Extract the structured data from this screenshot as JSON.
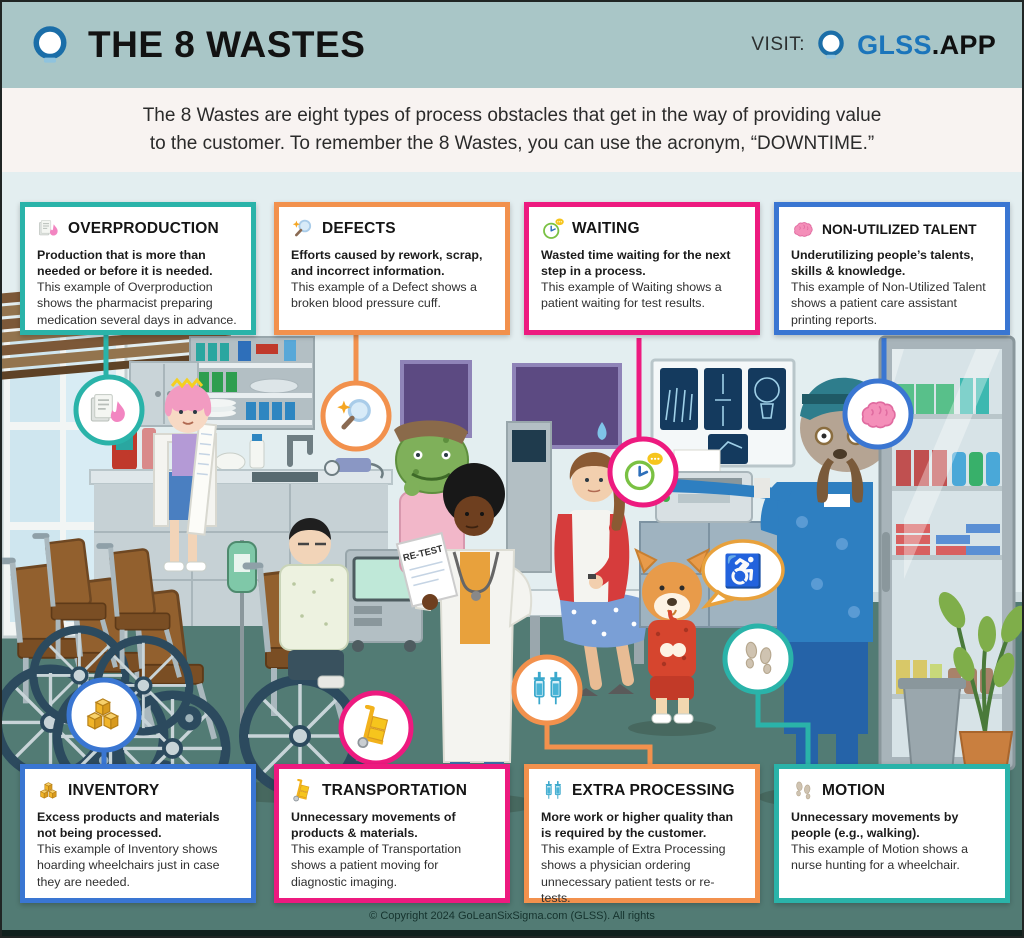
{
  "header": {
    "title": "THE 8 WASTES",
    "visit_label": "VISIT:",
    "brand": "GLSS",
    "brand_suffix": ".APP",
    "logo_icon": "lightbulb-icon"
  },
  "intro": {
    "line1": "The 8 Wastes are eight types of process obstacles that get in the way of providing value",
    "line2": "to the customer. To remember the 8 Wastes, you can use the acronym, “DOWNTIME.”"
  },
  "wastes": [
    {
      "title": "OVERPRODUCTION",
      "icon": "papers-flame-icon",
      "accent": "#2ab3a9",
      "bold": "Production that is more than needed or before it is needed.",
      "body": "This example of Overproduction shows the pharmacist preparing medication several days in advance."
    },
    {
      "title": "DEFECTS",
      "icon": "magnifier-icon",
      "accent": "#f2914d",
      "bold": "Efforts caused by rework, scrap, and incorrect information.",
      "body": "This example of a Defect shows a broken blood pressure cuff."
    },
    {
      "title": "WAITING",
      "icon": "clock-icon",
      "accent": "#ed1a7f",
      "bold": "Wasted time waiting for the next step in a process.",
      "body": "This example of Waiting shows a patient waiting for test results."
    },
    {
      "title": "NON-UTILIZED TALENT",
      "icon": "brain-icon",
      "accent": "#3a76d2",
      "bold": "Underutilizing people’s talents, skills & knowledge.",
      "body": "This example of Non-Utilized Talent shows a patient care assistant printing reports."
    },
    {
      "title": "INVENTORY",
      "icon": "boxes-icon",
      "accent": "#3a76d2",
      "bold": "Excess products and materials not being processed.",
      "body": "This example of Inventory shows hoarding wheelchairs just in case they are needed."
    },
    {
      "title": "TRANSPORTATION",
      "icon": "hand-truck-icon",
      "accent": "#ed1a7f",
      "bold": "Unnecessary movements of products & materials.",
      "body": "This example of Transportation shows a patient moving for diagnostic imaging."
    },
    {
      "title": "EXTRA PROCESSING",
      "icon": "syringes-icon",
      "accent": "#f2914d",
      "bold": "More work or higher quality than is required by the customer.",
      "body": "This example of Extra Processing shows a physician ordering unnecessary patient tests or re-tests."
    },
    {
      "title": "MOTION",
      "icon": "footprints-icon",
      "accent": "#2ab3a9",
      "bold": "Unnecessary movements by people (e.g., walking).",
      "body": "This example of Motion shows a nurse hunting for a wheelchair."
    }
  ],
  "scene": {
    "retest_label": "RE-TEST",
    "wheelchair_glyph": "♿"
  },
  "footer": {
    "copyright": "© Copyright 2024 GoLeanSixSigma.com (GLSS). All rights"
  },
  "colors": {
    "header_bg": "#a9c6c7",
    "intro_bg": "#f8f3f1",
    "wall": "#e3eef0",
    "floor": "#527b74",
    "teal": "#2ab3a9",
    "orange": "#f2914d",
    "pink": "#ed1a7f",
    "blue": "#3a76d2",
    "brand_blue": "#1b75bb"
  }
}
